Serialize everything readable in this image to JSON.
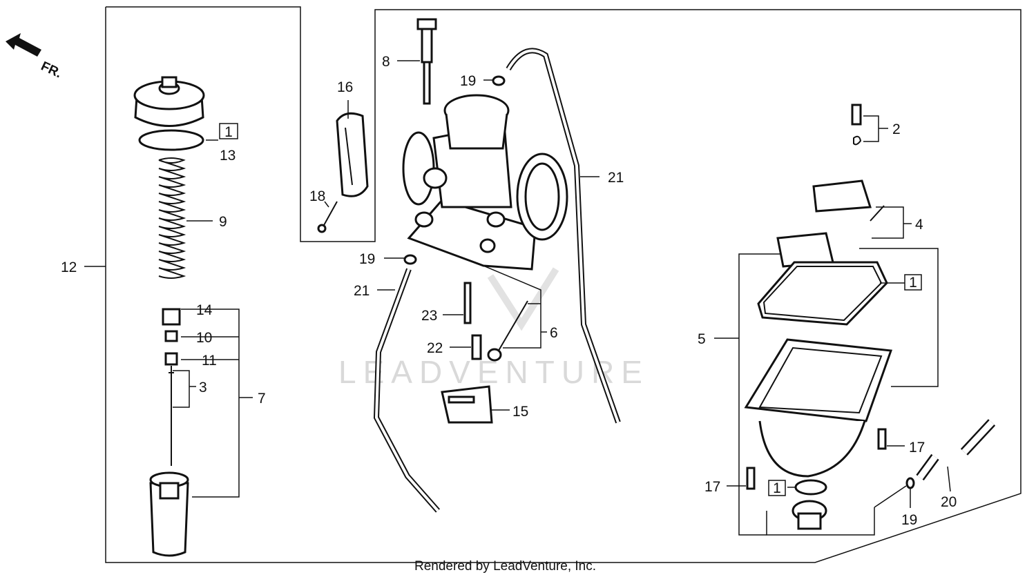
{
  "front_marker": "FR.",
  "watermark": "LEADVENTURE",
  "credit": "Rendered by LeadVenture, Inc.",
  "boxed_ref": "1",
  "callouts": {
    "c2": "2",
    "c3": "3",
    "c4": "4",
    "c5": "5",
    "c6": "6",
    "c7": "7",
    "c8": "8",
    "c9": "9",
    "c10": "10",
    "c11": "11",
    "c12": "12",
    "c13": "13",
    "c14": "14",
    "c15": "15",
    "c16": "16",
    "c17a": "17",
    "c17b": "17",
    "c18": "18",
    "c19a": "19",
    "c19b": "19",
    "c19c": "19",
    "c20": "20",
    "c21a": "21",
    "c21b": "21",
    "c22": "22",
    "c23": "23"
  }
}
